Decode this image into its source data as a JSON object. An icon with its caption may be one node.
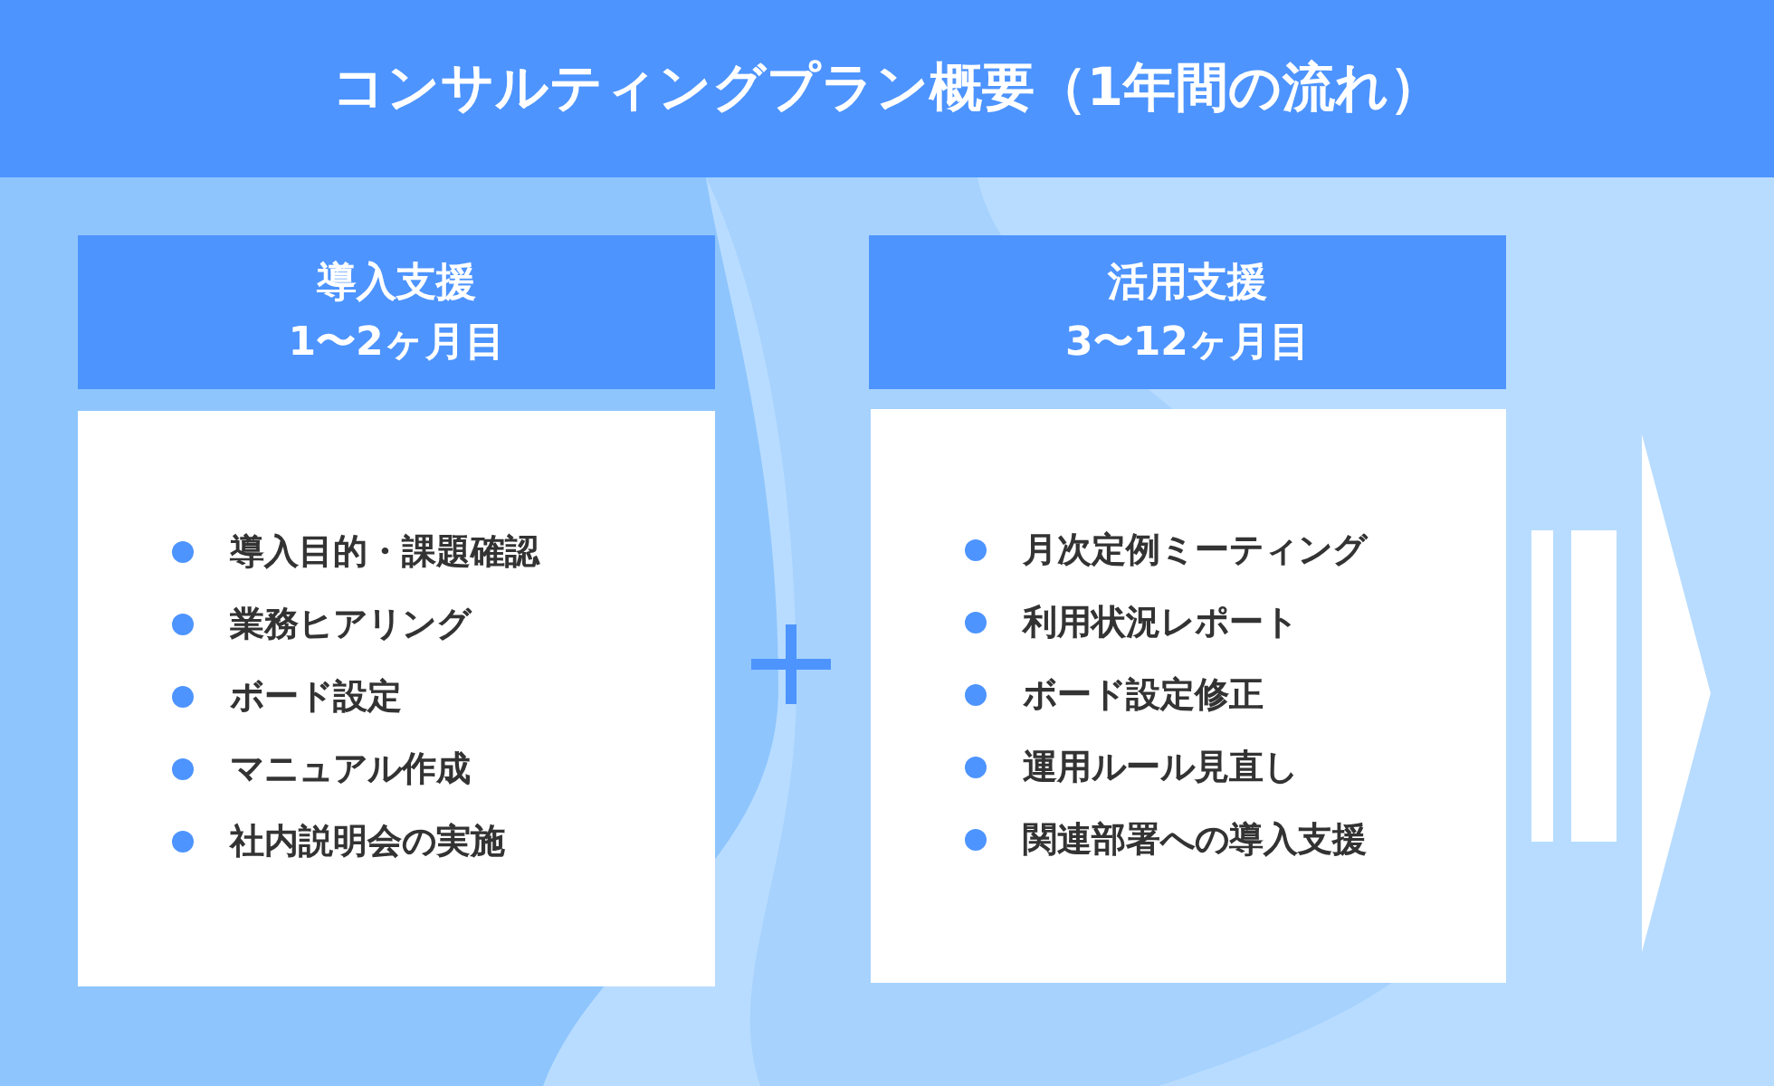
{
  "diagram": {
    "title": "コンサルティングプラン概要（1年間の流れ）",
    "nodes": [
      {
        "text": [
          "導入支援",
          "1〜2ヶ月目"
        ]
      },
      {
        "text": [
          "導入目的・課題確認",
          "業務ヒアリング",
          "ボード設定",
          "マニュアル作成",
          "社内説明会の実施"
        ]
      },
      {
        "text": [
          "活用支援",
          "3〜12ヶ月目"
        ]
      },
      {
        "text": [
          "月次定例ミーティング",
          "利用状況レポート",
          "ボード設定修正",
          "運用ルール見直し",
          "関連部署への導入支援"
        ]
      }
    ]
  }
}
